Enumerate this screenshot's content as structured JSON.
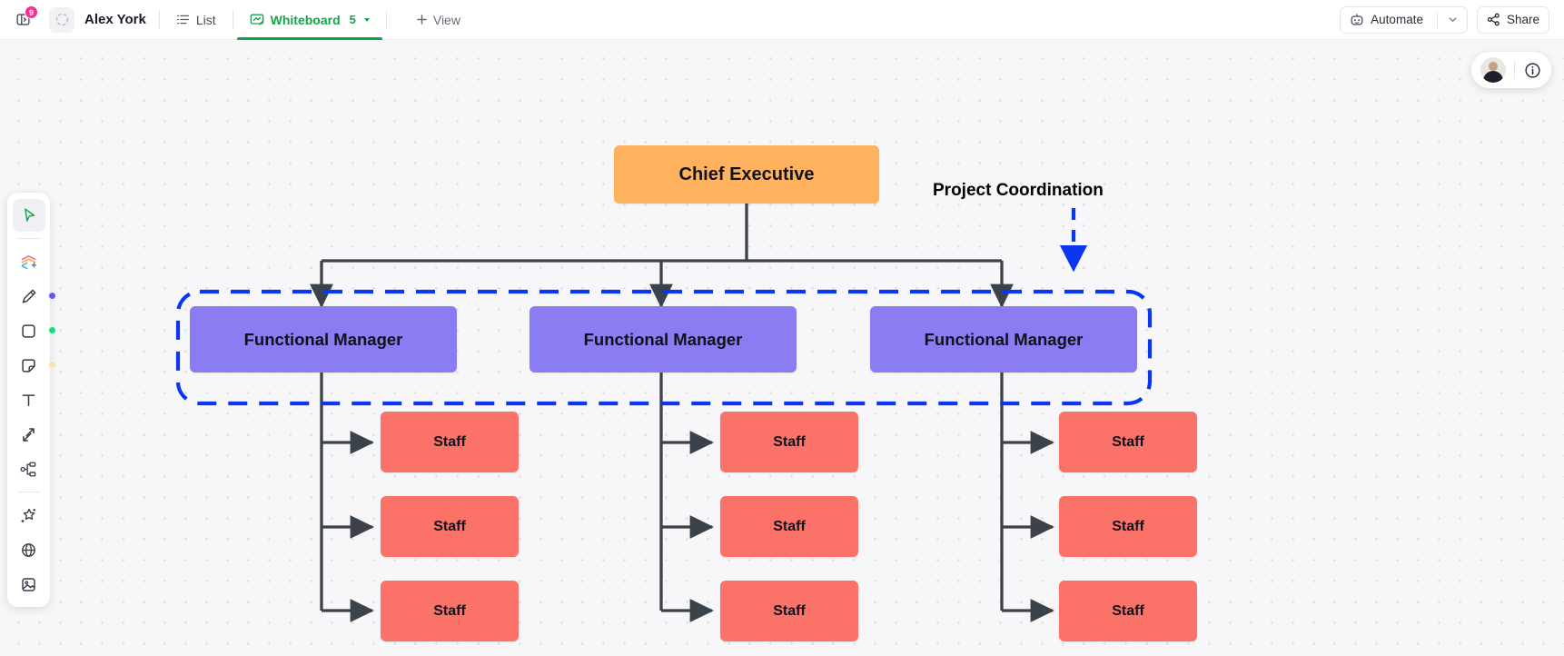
{
  "app": {
    "workspace_name": "Alex York",
    "notifications_badge": "9",
    "sidebar_toggle_icon": "sidebar-expand-icon",
    "workspace_avatar_icon": "workspace-loading-icon"
  },
  "topbar": {
    "views": [
      {
        "label": "List",
        "icon": "list-icon",
        "active": false,
        "count": ""
      },
      {
        "label": "Whiteboard",
        "icon": "whiteboard-icon",
        "active": true,
        "count": "5"
      }
    ],
    "add_view_label": "View",
    "add_view_icon": "plus-icon",
    "automate_label": "Automate",
    "automate_icon": "robot-icon",
    "automate_caret_icon": "chevron-down-icon",
    "share_label": "Share",
    "share_icon": "share-nodes-icon"
  },
  "toolbar": {
    "tools": [
      {
        "name": "select-tool",
        "icon": "cursor-arrow-icon",
        "active": true,
        "dot": ""
      },
      {
        "name": "shapes-tool",
        "icon": "shapes-stack-icon",
        "active": false,
        "dot": ""
      },
      {
        "name": "pen-tool",
        "icon": "marker-pen-icon",
        "active": false,
        "dot": "#5b5bef"
      },
      {
        "name": "rectangle-tool",
        "icon": "square-icon",
        "active": false,
        "dot": "#19dd7f"
      },
      {
        "name": "sticky-note-tool",
        "icon": "sticky-note-icon",
        "active": false,
        "dot": "#fbe3a6"
      },
      {
        "name": "text-tool",
        "icon": "text-t-icon",
        "active": false,
        "dot": ""
      },
      {
        "name": "connector-tool",
        "icon": "connector-arrow-icon",
        "active": false,
        "dot": ""
      },
      {
        "name": "mindmap-tool",
        "icon": "org-chart-icon",
        "active": false,
        "dot": ""
      },
      {
        "name": "ai-tool",
        "icon": "magic-wand-icon",
        "active": false,
        "dot": ""
      },
      {
        "name": "embed-tool",
        "icon": "globe-icon",
        "active": false,
        "dot": ""
      },
      {
        "name": "image-tool",
        "icon": "image-icon",
        "active": false,
        "dot": ""
      }
    ]
  },
  "presence": {
    "avatar_name": "user-avatar",
    "info_icon": "info-circle-icon"
  },
  "board": {
    "annotation": {
      "label": "Project Coordination",
      "arrow_color": "#0b35ef"
    },
    "group_box": {
      "name": "functional-managers-group",
      "border_color": "#0b35ef"
    },
    "colors": {
      "executive": "#ffb25e",
      "manager": "#8a7cf2",
      "staff": "#fb7268",
      "connector": "#3c4249"
    },
    "nodes": {
      "executive": {
        "label": "Chief Executive"
      },
      "managers": [
        {
          "label": "Functional Manager"
        },
        {
          "label": "Functional Manager"
        },
        {
          "label": "Functional Manager"
        }
      ],
      "staff": [
        {
          "label": "Staff"
        },
        {
          "label": "Staff"
        },
        {
          "label": "Staff"
        },
        {
          "label": "Staff"
        },
        {
          "label": "Staff"
        },
        {
          "label": "Staff"
        },
        {
          "label": "Staff"
        },
        {
          "label": "Staff"
        },
        {
          "label": "Staff"
        }
      ]
    }
  }
}
